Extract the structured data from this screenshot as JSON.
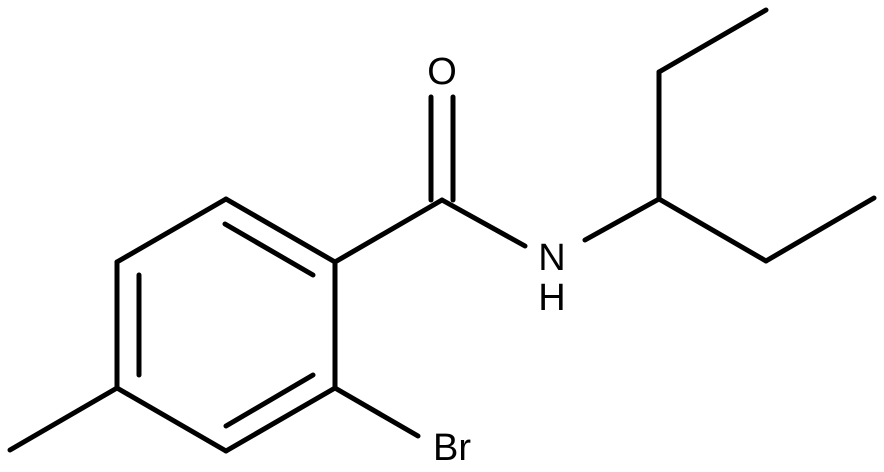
{
  "molecule": {
    "atoms": {
      "oxygen": "O",
      "nitrogen": "N",
      "hydrogen": "H",
      "bromine": "Br"
    },
    "colors": {
      "bond": "#000000",
      "label": "#000000",
      "background": "#ffffff"
    }
  }
}
